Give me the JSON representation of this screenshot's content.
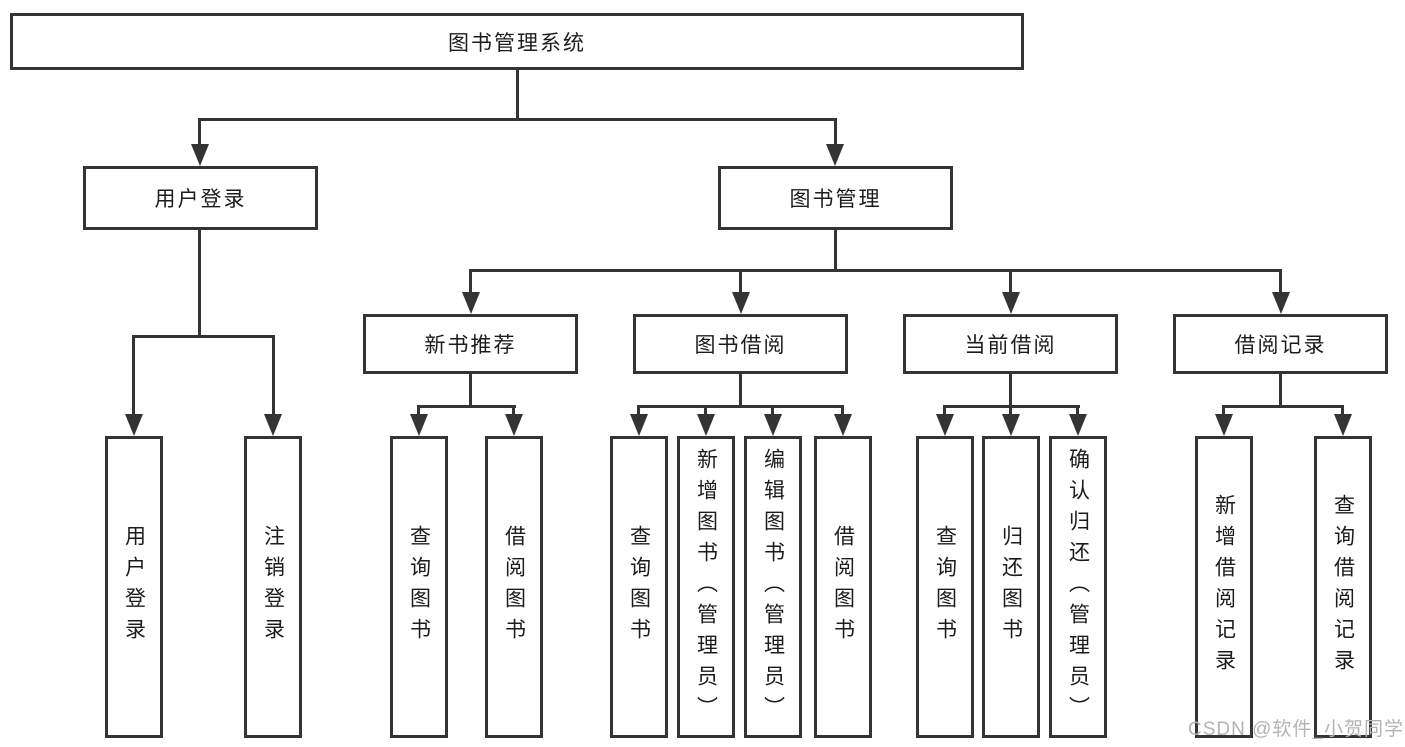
{
  "diagram": {
    "root_label": "图书管理系统",
    "user_login": {
      "label": "用户登录",
      "children": [
        {
          "label": "用户登录"
        },
        {
          "label": "注销登录"
        }
      ]
    },
    "book_mgmt": {
      "label": "图书管理",
      "sections": [
        {
          "label": "新书推荐",
          "children": [
            {
              "label": "查询图书"
            },
            {
              "label": "借阅图书"
            }
          ]
        },
        {
          "label": "图书借阅",
          "children": [
            {
              "label": "查询图书"
            },
            {
              "label": "新增图书（管理员）"
            },
            {
              "label": "编辑图书（管理员）"
            },
            {
              "label": "借阅图书"
            }
          ]
        },
        {
          "label": "当前借阅",
          "children": [
            {
              "label": "查询图书"
            },
            {
              "label": "归还图书"
            },
            {
              "label": "确认归还（管理员）"
            }
          ]
        },
        {
          "label": "借阅记录",
          "children": [
            {
              "label": "新增借阅记录"
            },
            {
              "label": "查询借阅记录"
            }
          ]
        }
      ]
    }
  },
  "watermark": {
    "text": "CSDN @软件_小贺同学"
  }
}
